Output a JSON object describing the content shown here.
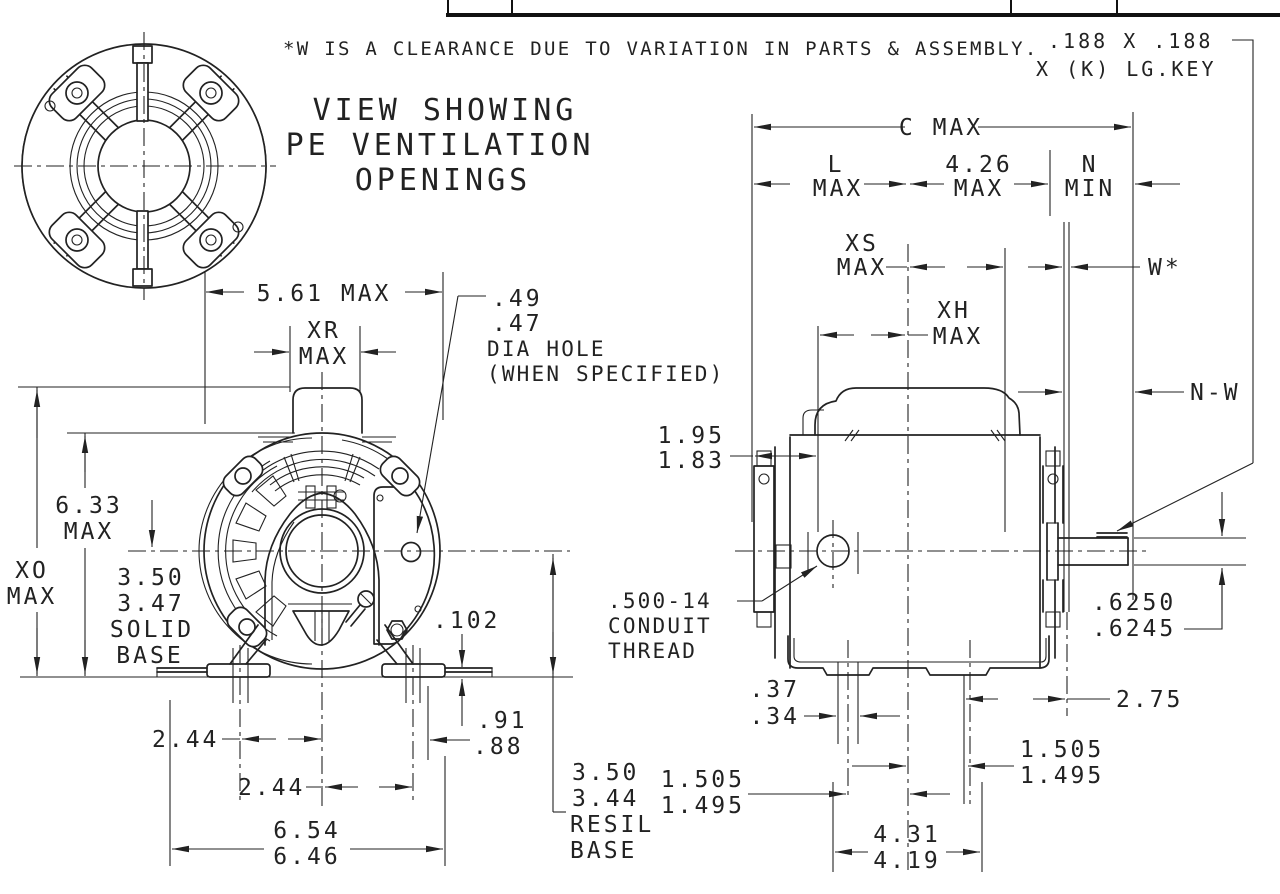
{
  "drawing": {
    "background": "#ffffff",
    "ink": "#222222",
    "note": "*W IS A CLEARANCE DUE TO VARIATION IN PARTS & ASSEMBLY.",
    "key_note": {
      "line1": ".188 X .188",
      "line2": "X (K) LG.KEY"
    },
    "view_title": {
      "line1": "VIEW SHOWING",
      "line2": "PE VENTILATION",
      "line3": "OPENINGS"
    },
    "front": {
      "width_overall": "5.61 MAX",
      "xr": "XR",
      "xr_max": "MAX",
      "hole": {
        "d1": ".49",
        "d2": ".47",
        "t1": "DIA HOLE",
        "t2": "(WHEN SPECIFIED)"
      },
      "height": {
        "d1": "6.33",
        "d2": "MAX"
      },
      "xo": {
        "d1": "XO",
        "d2": "MAX"
      },
      "solid_base": {
        "d1": "3.50",
        "d2": "3.47",
        "t1": "SOLID",
        "t2": "BASE"
      },
      "plate_lip": ".102",
      "foot": {
        "d1": ".91",
        "d2": ".88"
      },
      "cl_left": "2.44",
      "cl_right": "2.44",
      "base": {
        "d1": "6.54",
        "d2": "6.46"
      },
      "resil_base": {
        "d1": "3.50",
        "d2": "3.44",
        "t1": "RESIL",
        "t2": "BASE"
      }
    },
    "side": {
      "c": "C MAX",
      "l": "L",
      "l_max": "MAX",
      "mid": "4.26",
      "mid_max": "MAX",
      "n": "N",
      "n_min": "MIN",
      "xs": "XS",
      "xs_max": "MAX",
      "w": "W*",
      "xh": "XH",
      "xh_max": "MAX",
      "nw": "N-W",
      "face": {
        "d1": "1.95",
        "d2": "1.83"
      },
      "conduit": {
        "t1": ".500-14",
        "t2": "CONDUIT",
        "t3": "THREAD"
      },
      "slot": {
        "d1": ".37",
        "d2": ".34"
      },
      "left_foot": {
        "d1": "1.505",
        "d2": "1.495"
      },
      "right_foot": {
        "d1": "1.505",
        "d2": "1.495"
      },
      "span": {
        "d1": "4.31",
        "d2": "4.19"
      },
      "rear": "2.75",
      "shaft": {
        "d1": ".6250",
        "d2": ".6245"
      }
    }
  }
}
